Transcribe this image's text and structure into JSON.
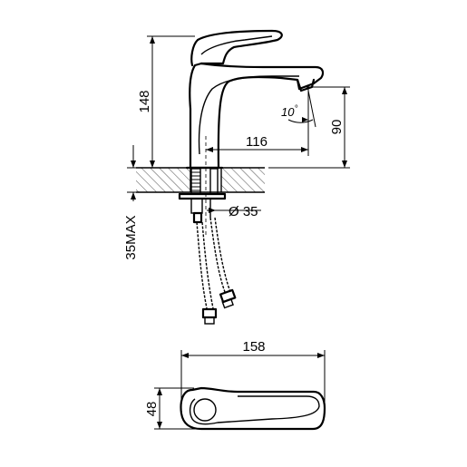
{
  "dimensions": {
    "height_total": "148",
    "spout_reach": "116",
    "spout_height": "90",
    "spray_angle": "10",
    "degree_symbol": "°",
    "hole_diameter": "Ø 35",
    "deck_thickness": "35MAX",
    "top_view_length": "158",
    "top_view_width": "48"
  }
}
